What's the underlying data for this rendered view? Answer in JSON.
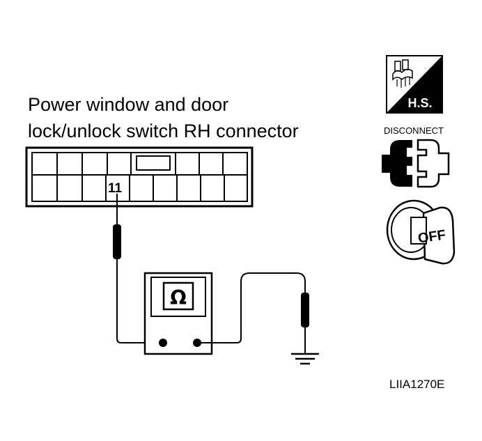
{
  "title": {
    "line1": "Power window and door",
    "line2": "lock/unlock switch RH connector"
  },
  "connector": {
    "pin_label": "11"
  },
  "meter": {
    "symbol": "Ω",
    "icon": "ohmmeter-icon"
  },
  "icons": {
    "hs": {
      "name": "harness-symbol-icon",
      "label": "H.S."
    },
    "disconnect": {
      "name": "disconnect-connector-icon",
      "label": "DISCONNECT"
    },
    "ignition": {
      "name": "ignition-key-off-icon",
      "label": "OFF"
    }
  },
  "figure_code": "LIIA1270E"
}
